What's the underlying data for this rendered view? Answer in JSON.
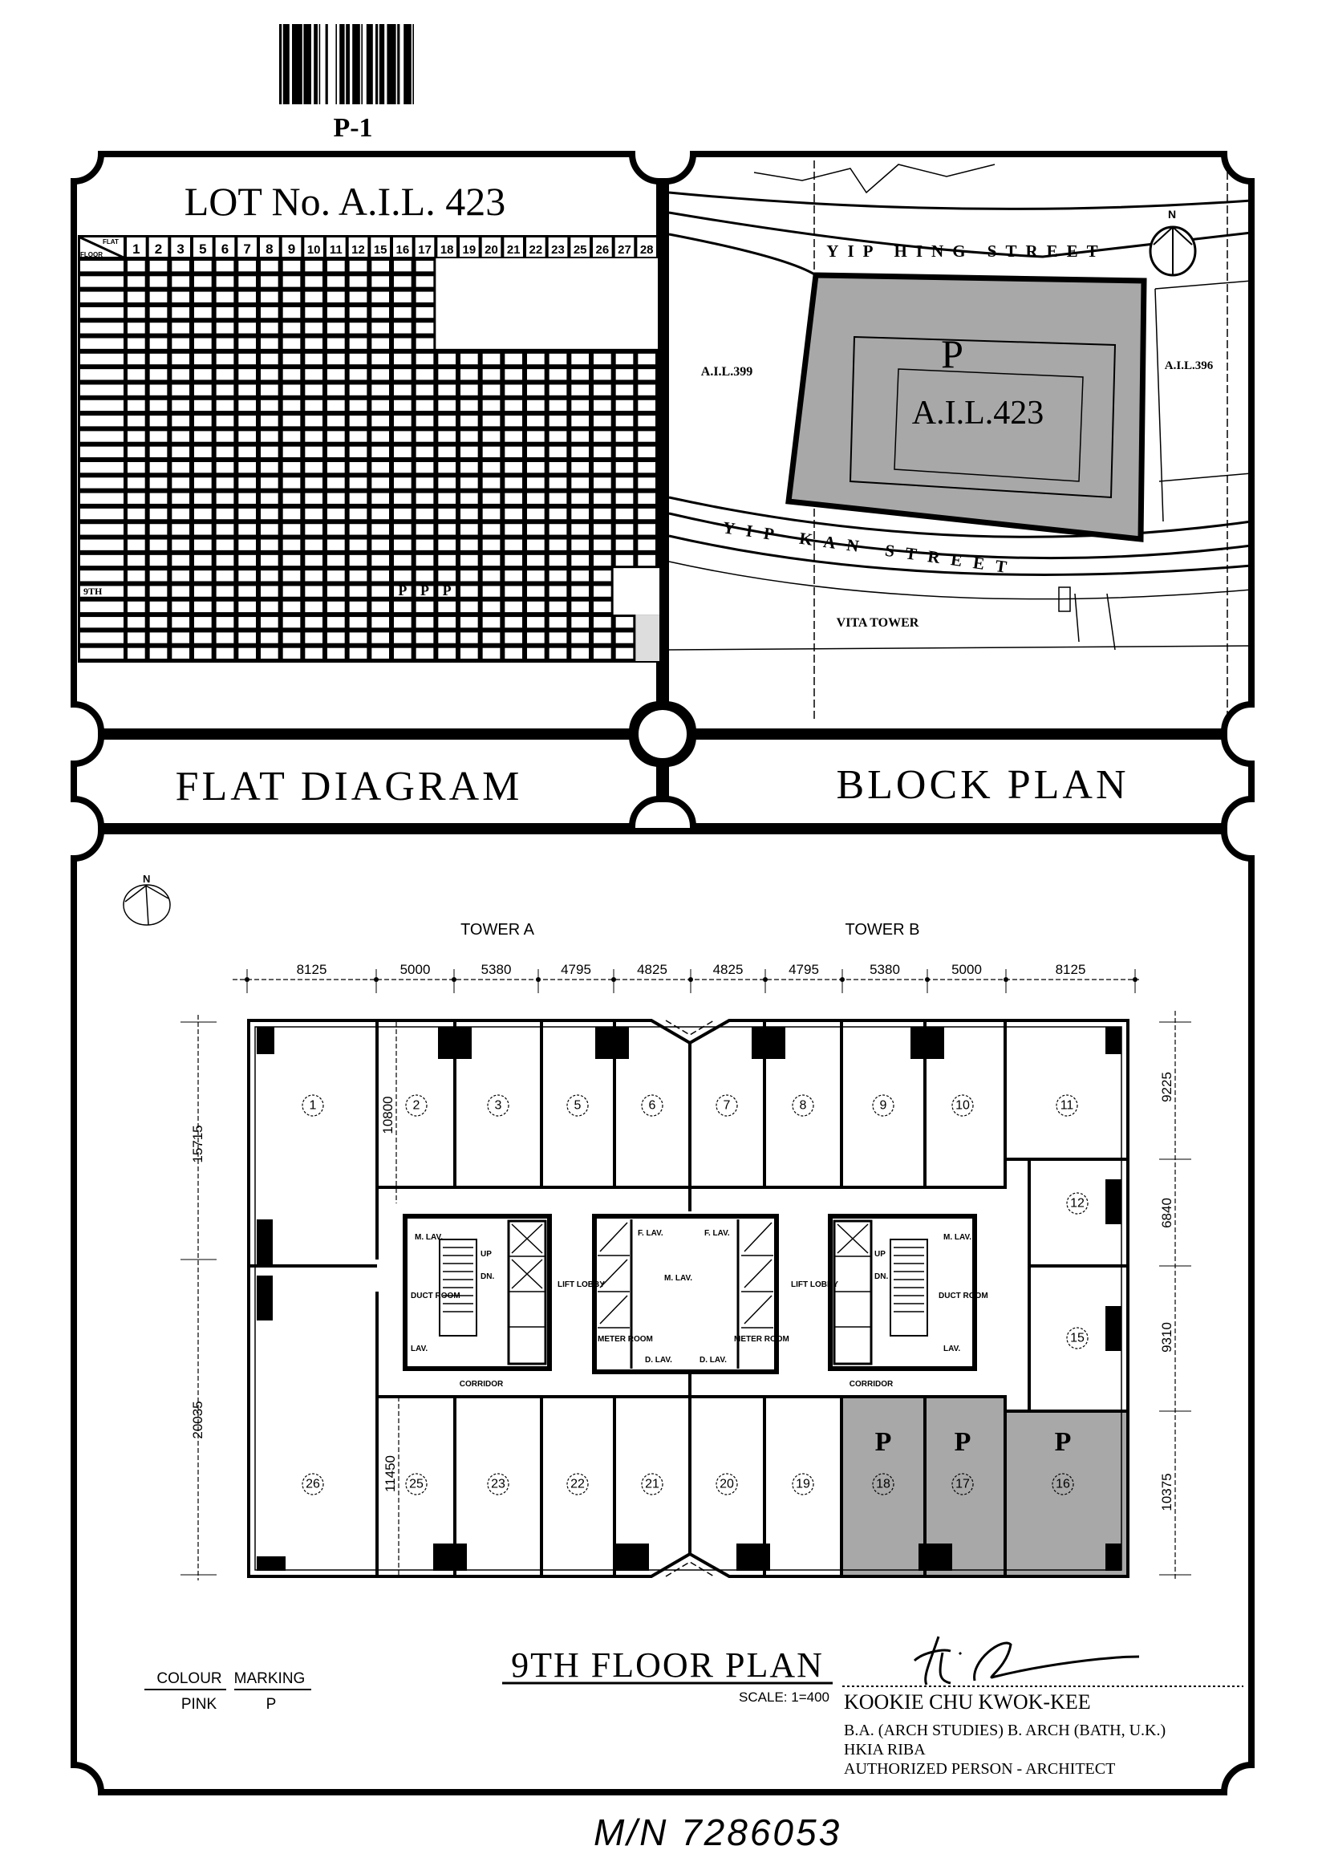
{
  "barcode_label": "P-1",
  "flat_diagram": {
    "lot_title": "LOT No. A.I.L. 423",
    "corner_flat": "FLAT",
    "corner_floor": "FLOOR",
    "flats": [
      "1",
      "2",
      "3",
      "5",
      "6",
      "7",
      "8",
      "9",
      "10",
      "11",
      "12",
      "15",
      "16",
      "17",
      "18",
      "19",
      "20",
      "21",
      "22",
      "23",
      "25",
      "26",
      "27",
      "28"
    ],
    "floor_label": "9TH",
    "marked_flats": [
      "16",
      "17",
      "18"
    ],
    "mark": "P",
    "panel_label": "FLAT DIAGRAM"
  },
  "block_plan": {
    "panel_label": "BLOCK PLAN",
    "north": "N",
    "street_north": "YIP HING STREET",
    "street_south": "YIP KAN STREET",
    "lot_west": "A.I.L.399",
    "lot_east": "A.I.L.396",
    "site_mark": "P",
    "site_lot": "A.I.L.423",
    "building_south": "VITA TOWER"
  },
  "floor_plan": {
    "north": "N",
    "tower_a": "TOWER A",
    "tower_b": "TOWER B",
    "top_dims": [
      "8125",
      "5000",
      "5380",
      "4795",
      "4825",
      "4825",
      "4795",
      "5380",
      "5000",
      "8125"
    ],
    "left_dims": [
      "15715",
      "20035"
    ],
    "right_dims": [
      "9225",
      "6840",
      "9310",
      "10375"
    ],
    "inner_dims": [
      "10800",
      "11450"
    ],
    "units_top": [
      "1",
      "2",
      "3",
      "5",
      "6",
      "7",
      "8",
      "9",
      "10",
      "11"
    ],
    "units_right": [
      "12",
      "15"
    ],
    "units_bottom": [
      "26",
      "25",
      "23",
      "22",
      "21",
      "20",
      "19",
      "18",
      "17",
      "16"
    ],
    "marked_units": [
      "18",
      "17",
      "16"
    ],
    "mark": "P",
    "labels": {
      "corridor": "CORRIDOR",
      "lift_lobby": "LIFT LOBBY",
      "duct_room": "DUCT ROOM",
      "m_lav": "M. LAV.",
      "f_lav": "F. LAV.",
      "d_lav": "D. LAV.",
      "lav": "LAV.",
      "meter_room": "METER ROOM",
      "up": "UP",
      "dn": "DN."
    },
    "title": "9TH FLOOR PLAN",
    "scale": "SCALE: 1=400"
  },
  "legend": {
    "col_colour": "COLOUR",
    "col_marking": "MARKING",
    "colour": "PINK",
    "marking": "P"
  },
  "architect": {
    "name": "KOOKIE CHU KWOK-KEE",
    "qualifications": "B.A. (ARCH STUDIES) B. ARCH (BATH, U.K.)",
    "memberships": "HKIA RIBA",
    "role": "AUTHORIZED PERSON - ARCHITECT"
  },
  "handwritten_ref": "M/N 7286053",
  "colors": {
    "ink": "#000000",
    "paper": "#ffffff",
    "marked_fill": "#a8a8a8"
  }
}
